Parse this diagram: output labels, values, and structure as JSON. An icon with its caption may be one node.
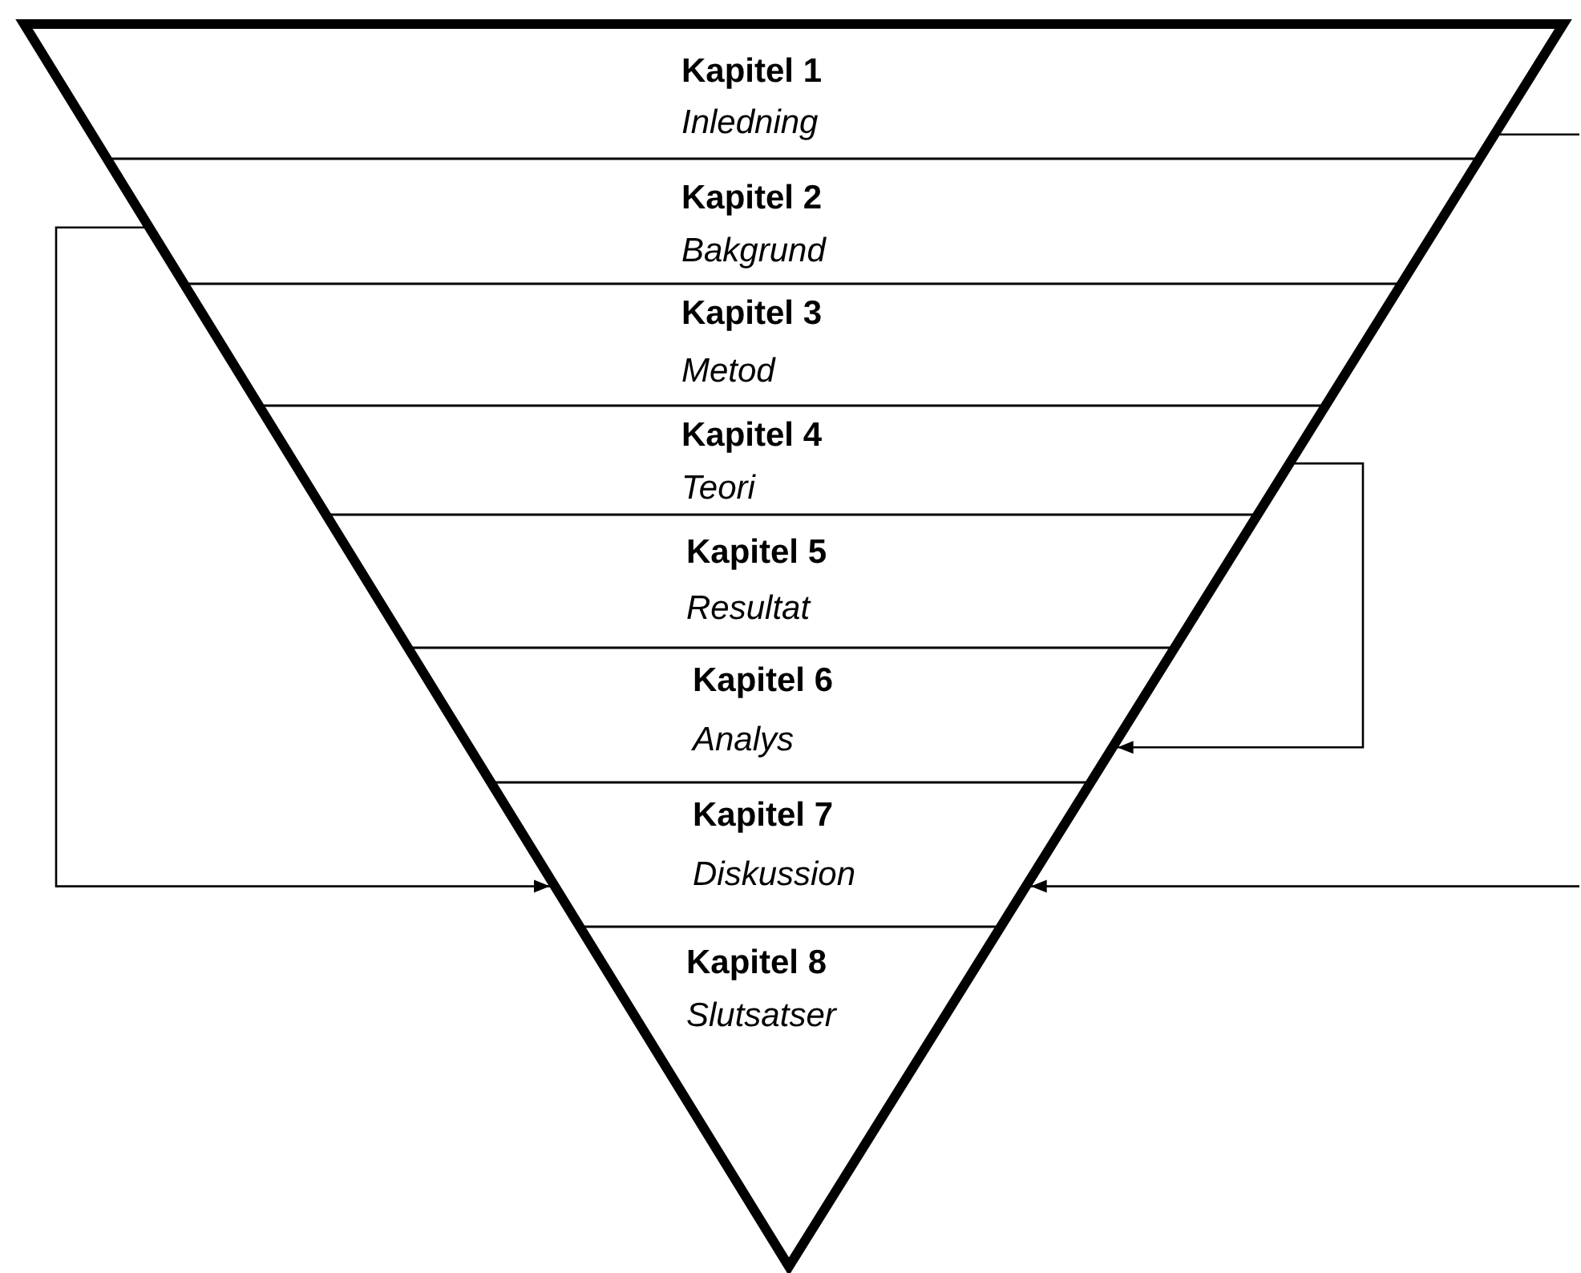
{
  "diagram": {
    "nodes": [
      {
        "text": [
          "Kapitel 1",
          "Inledning"
        ]
      },
      {
        "text": [
          "Kapitel 2",
          "Bakgrund"
        ]
      },
      {
        "text": [
          "Kapitel 3",
          "Metod"
        ]
      },
      {
        "text": [
          "Kapitel 4",
          "Teori"
        ]
      },
      {
        "text": [
          "Kapitel 5",
          "Resultat"
        ]
      },
      {
        "text": [
          "Kapitel 6",
          "Analys"
        ]
      },
      {
        "text": [
          "Kapitel 7",
          "Diskussion"
        ]
      },
      {
        "text": [
          "Kapitel 8",
          "Slutsatser"
        ]
      }
    ],
    "edges": [
      {
        "from": null,
        "to": 0,
        "arrow": "none"
      },
      {
        "from": 1,
        "to": 6,
        "arrow": "to"
      },
      {
        "from": 3,
        "to": 5,
        "arrow": "to"
      },
      {
        "from": null,
        "to": 6,
        "arrow": "to"
      }
    ]
  }
}
